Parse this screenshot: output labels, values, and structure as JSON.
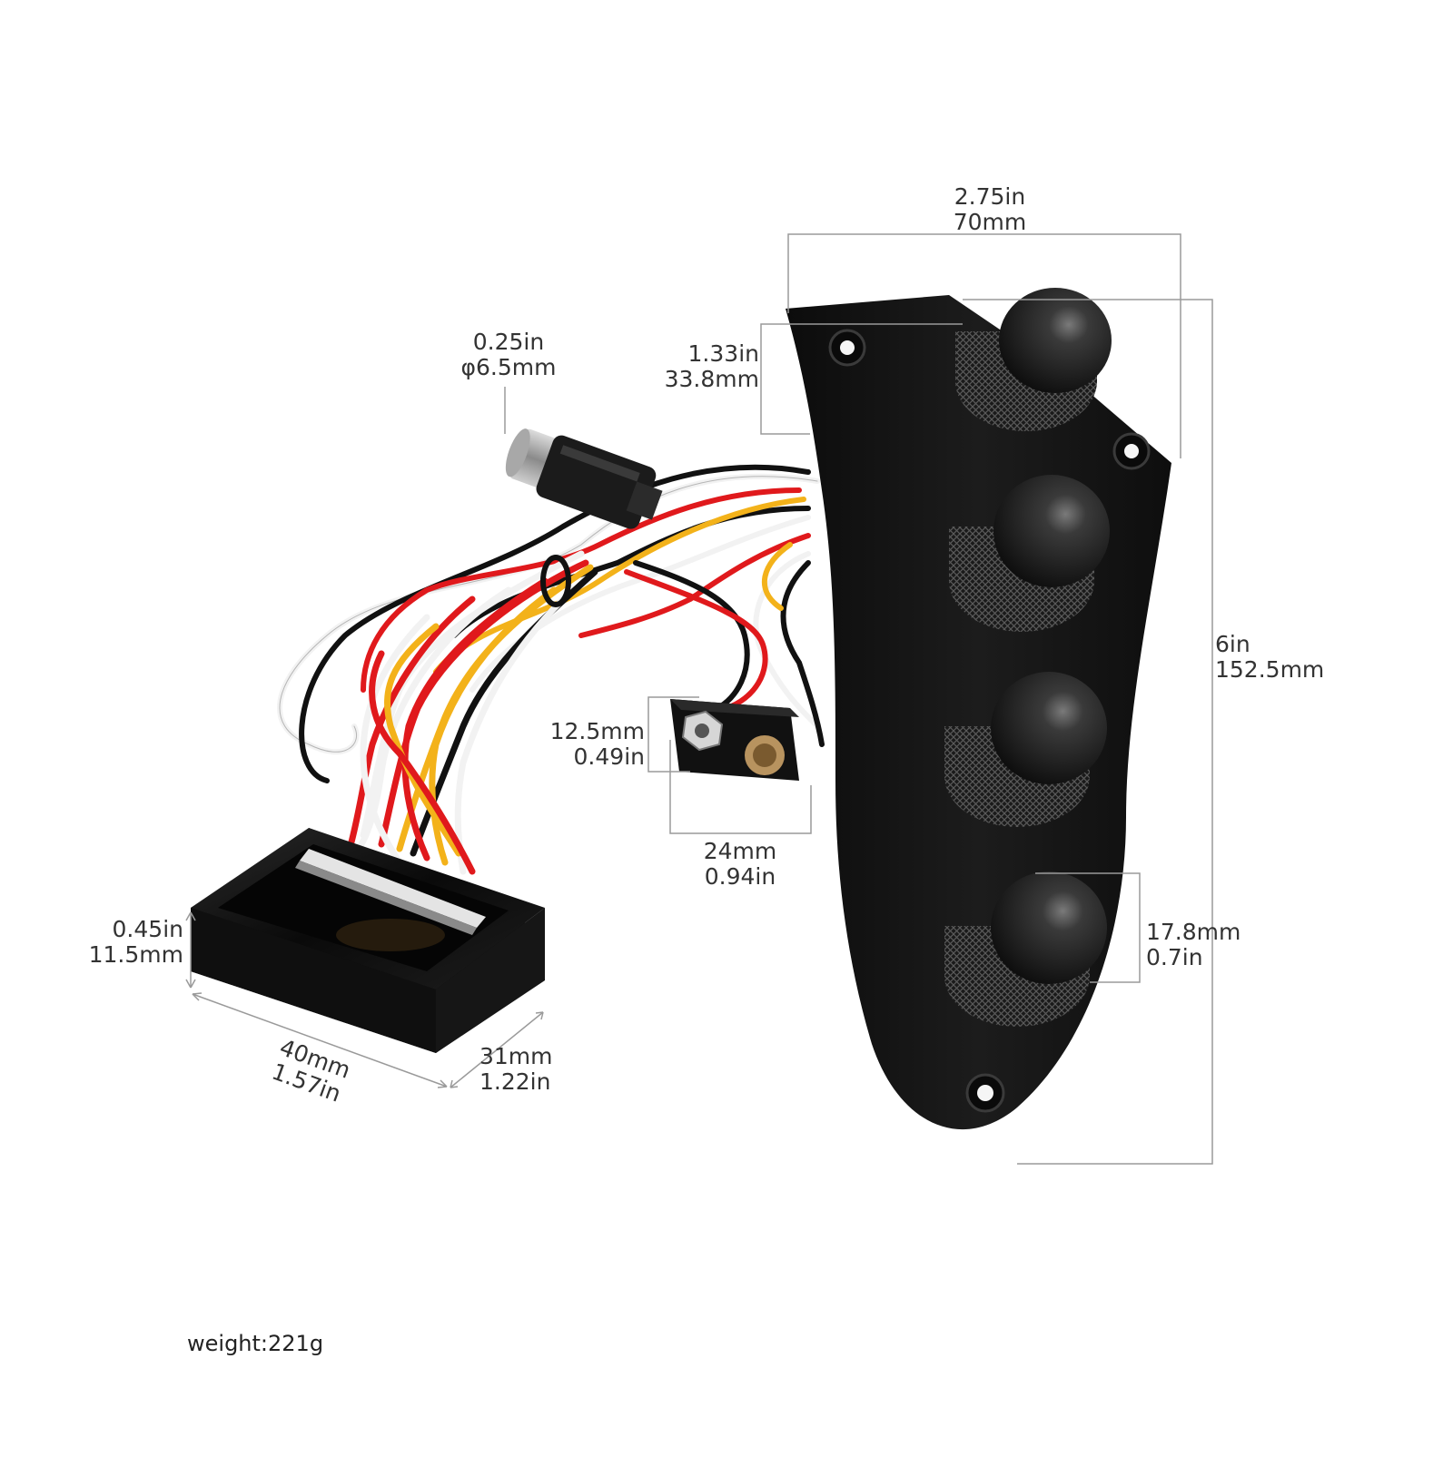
{
  "colors": {
    "background": "#ffffff",
    "metal_black": "#121212",
    "wire_red": "#e0191c",
    "wire_yellow": "#f3b21a",
    "wire_white": "#f2f2f2",
    "wire_black": "#111111",
    "dimension_line": "#9a9a9a"
  },
  "parts": [
    {
      "name": "control-plate",
      "icon": "control-plate-icon"
    },
    {
      "name": "knob",
      "count": 4,
      "icon": "knurled-knob-icon"
    },
    {
      "name": "output-jack",
      "icon": "jack-icon"
    },
    {
      "name": "battery-snap",
      "icon": "battery-clip-icon"
    },
    {
      "name": "preamp-module",
      "icon": "preamp-box-icon"
    }
  ],
  "dimensions": {
    "plate_width": {
      "line1": "2.75in",
      "line2": "70mm"
    },
    "plate_length": {
      "line1": "6in",
      "line2": "152.5mm"
    },
    "knob_spacing": {
      "line1": "1.33in",
      "line2": "33.8mm"
    },
    "knob_diameter": {
      "line1": "17.8mm",
      "line2": "0.7in"
    },
    "jack": {
      "line1": "0.25in",
      "line2": "φ6.5mm"
    },
    "battery_height": {
      "line1": "12.5mm",
      "line2": "0.49in"
    },
    "battery_width": {
      "line1": "24mm",
      "line2": "0.94in"
    },
    "module_height": {
      "line1": "0.45in",
      "line2": "11.5mm"
    },
    "module_length": {
      "line1": "40mm",
      "line2": "1.57in"
    },
    "module_depth": {
      "line1": "31mm",
      "line2": "1.22in"
    }
  },
  "weight": "weight:221g"
}
